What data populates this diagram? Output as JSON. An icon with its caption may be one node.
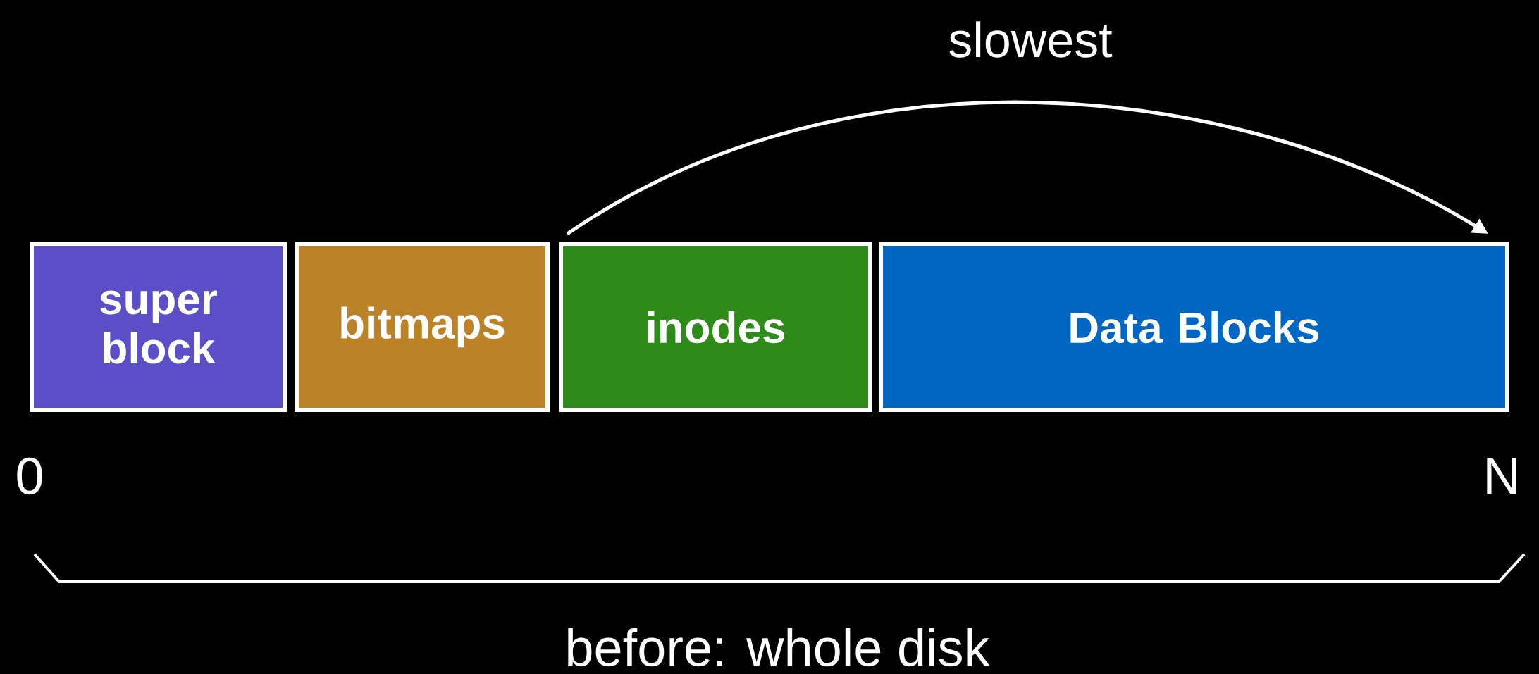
{
  "diagram": {
    "nodes": [
      {
        "text": [
          "super block"
        ]
      },
      {
        "text": [
          "bitmaps"
        ]
      },
      {
        "text": [
          "inodes"
        ]
      },
      {
        "text": [
          "Data Blocks"
        ]
      }
    ],
    "edges": [
      {
        "from": 2,
        "to": 3,
        "arrow": "to",
        "label": "slowest"
      }
    ],
    "labels": [
      "0",
      "N",
      "before: whole disk"
    ]
  }
}
